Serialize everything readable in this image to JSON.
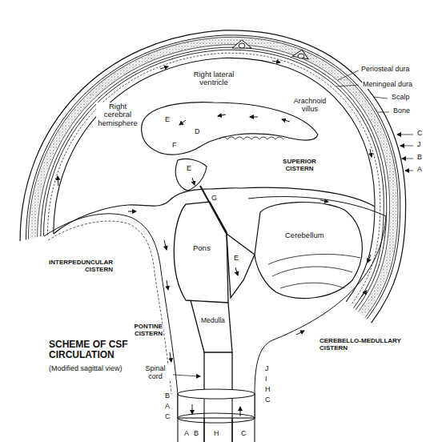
{
  "diagram": {
    "title": "SCHEME OF CSF CIRCULATION",
    "caption": "(Modified sagittal view)",
    "labels": [
      "Periosteal dura",
      "Meningeal dura",
      "Scalp",
      "Bone",
      "Arachnoid villus",
      "Right lateral ventricle",
      "Right cerebral hemisphere",
      "SUPERIOR CISTERN",
      "Cerebellum",
      "Pons",
      "INTERPEDUNCULAR CISTERN",
      "PONTINE CISTERN",
      "Medulla",
      "CEREBELLO-MEDULLARY CISTERN",
      "Spinal cord",
      "C",
      "J",
      "B",
      "A",
      "E",
      "D",
      "F",
      "E",
      "G",
      "E",
      "J",
      "I",
      "H",
      "C",
      "B",
      "A",
      "C",
      "A",
      "B",
      "H",
      "C"
    ]
  }
}
